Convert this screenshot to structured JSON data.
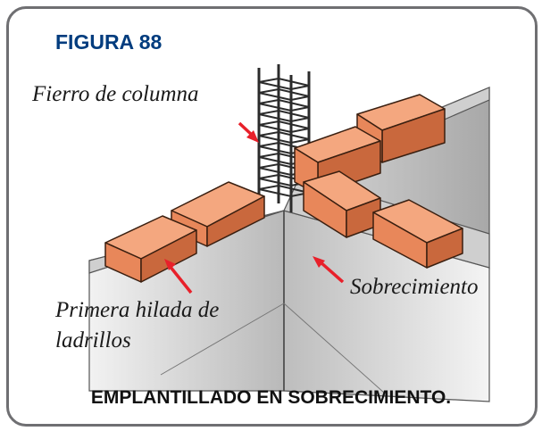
{
  "figure_label": "FIGURA 88",
  "annotations": {
    "fierro": "Fierro de columna",
    "sobrecimiento": "Sobrecimiento",
    "primera_line1": "Primera hilada de",
    "primera_line2": "ladrillos"
  },
  "caption": "EMPLANTILLADO EN SOBRECIMIENTO.",
  "colors": {
    "title_blue": "#003c7e",
    "frame_gray": "#6f6f72",
    "brick": "#e8875a",
    "brick_top": "#f4a77f",
    "brick_side": "#c9683d",
    "arrow_red": "#e8202a",
    "concrete": "#d9d9d9"
  }
}
